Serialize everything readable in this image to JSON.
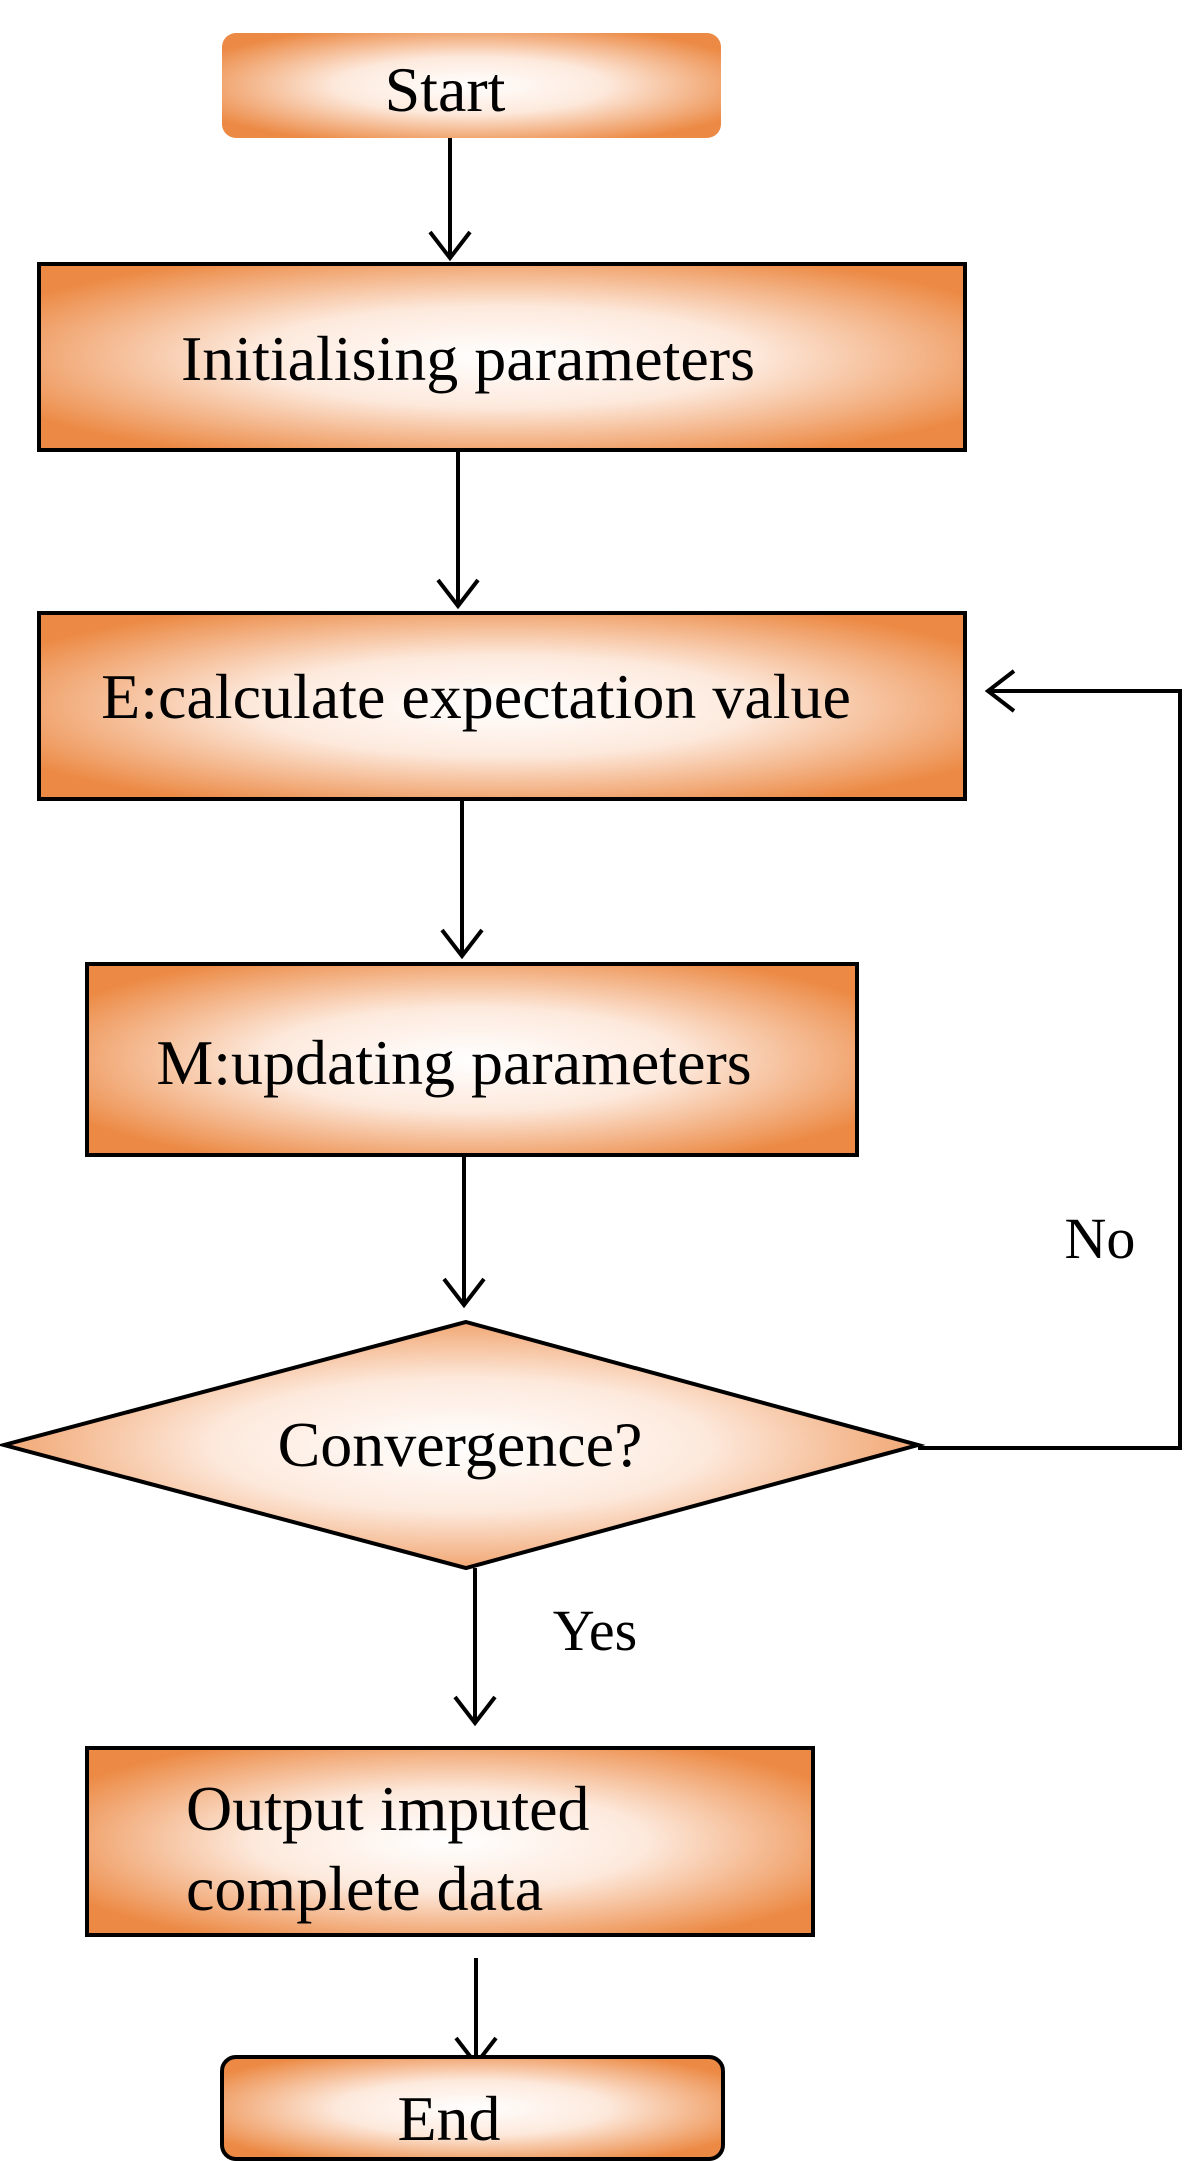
{
  "diagram": {
    "colors": {
      "fill_edge": "#ec8a45",
      "fill_center": "#ffffff",
      "stroke": "#000000"
    },
    "nodes": {
      "start": {
        "label": "Start",
        "shape": "rounded-rectangle"
      },
      "init": {
        "label": "Initialising parameters",
        "shape": "rectangle"
      },
      "estep": {
        "label": "E:calculate expectation value",
        "shape": "rectangle"
      },
      "mstep": {
        "label": "M:updating parameters",
        "shape": "rectangle"
      },
      "convergence": {
        "label": "Convergence?",
        "shape": "diamond"
      },
      "output": {
        "label_line1": "Output imputed",
        "label_line2": "complete data",
        "shape": "rectangle"
      },
      "end": {
        "label": "End",
        "shape": "rounded-rectangle"
      }
    },
    "edges": {
      "no_label": "No",
      "yes_label": "Yes"
    }
  }
}
